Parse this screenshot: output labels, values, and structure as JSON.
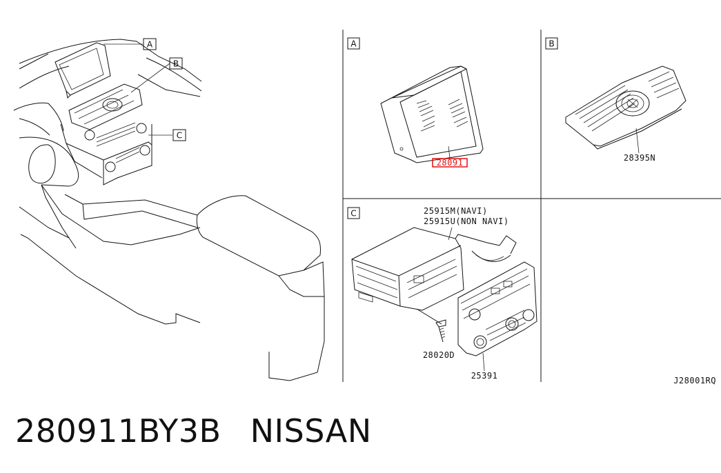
{
  "panels": {
    "a": {
      "letter": "A"
    },
    "b": {
      "letter": "B",
      "part": "28395N"
    },
    "c": {
      "letter": "C",
      "part_navi": "25915M(NAVI)",
      "part_non_navi": "25915U(NON NAVI)",
      "part_screw": "28020D",
      "part_control": "25391"
    }
  },
  "overview": {
    "callout_a": "A",
    "callout_b": "B",
    "callout_c": "C"
  },
  "highlighted_part": {
    "number": "28091",
    "color": "#e01010"
  },
  "diagram_code": "J28001RQ",
  "footer": {
    "part_number": "280911BY3B",
    "brand": "NISSAN"
  }
}
